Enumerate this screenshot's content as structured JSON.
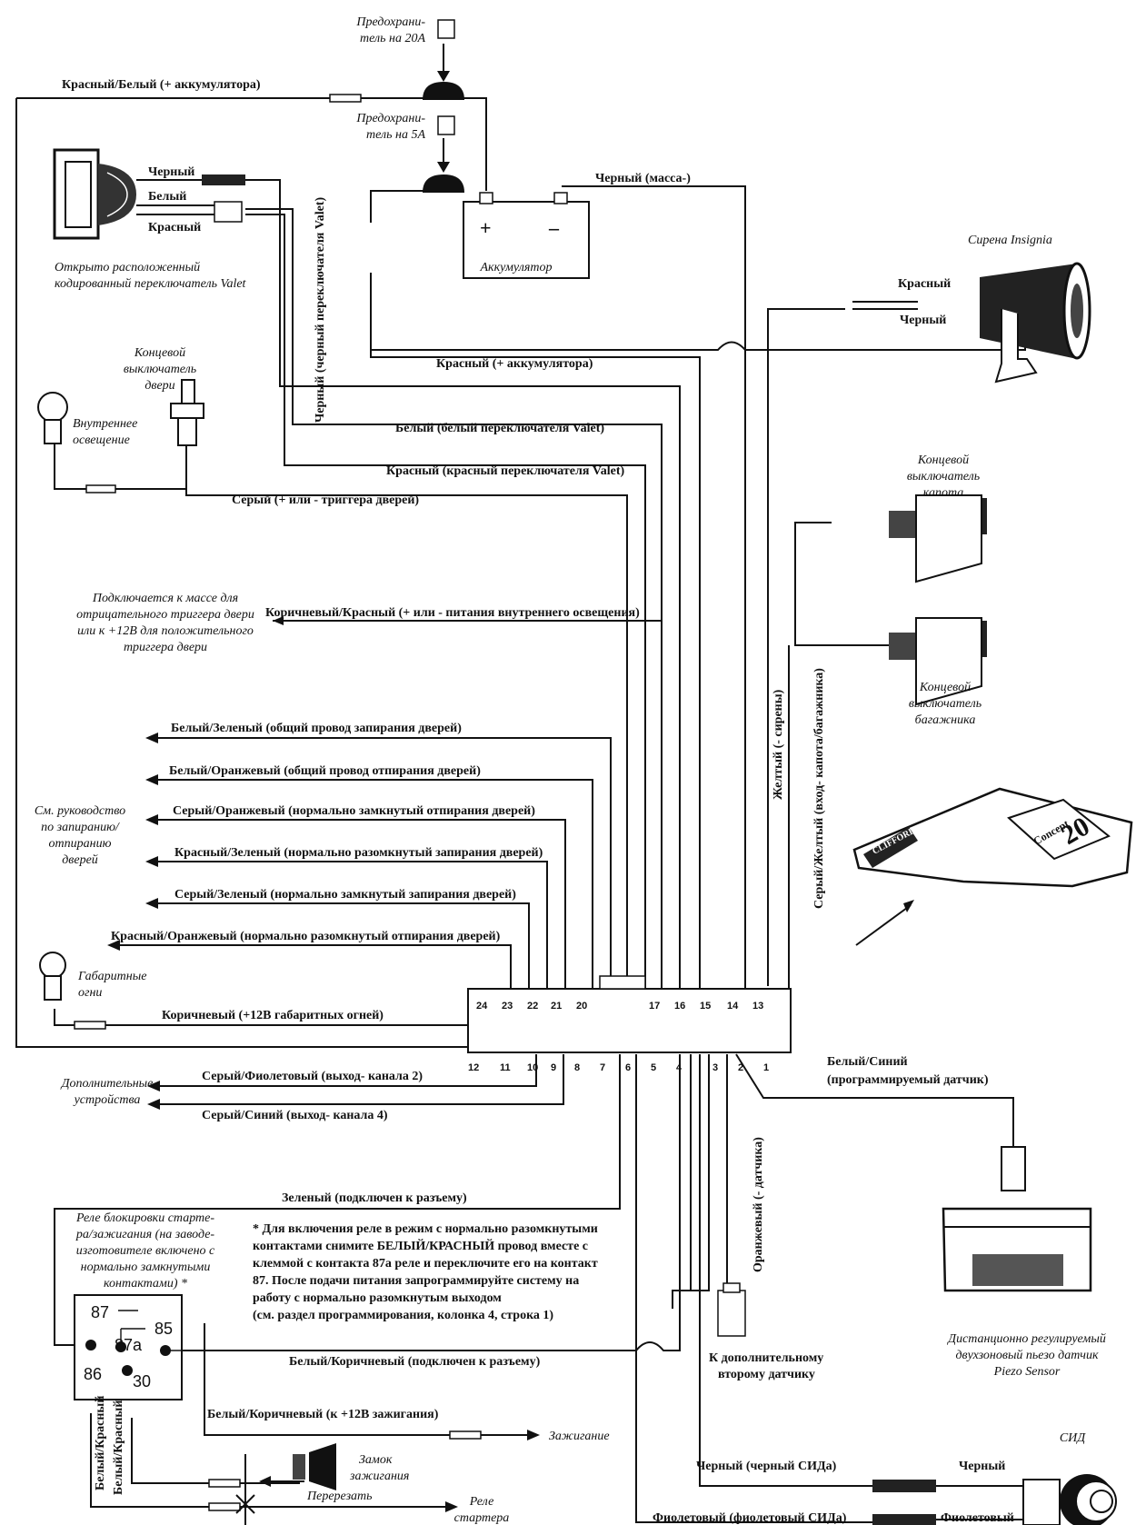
{
  "fuses": {
    "fuse_20a": [
      "Предохрани-",
      "тель на 20А"
    ],
    "fuse_5a": [
      "Предохрани-",
      "тель на 5А"
    ]
  },
  "battery": {
    "label": "Аккумулятор",
    "plus": "+",
    "minus": "–"
  },
  "valet_switch": {
    "caption": [
      "Открыто расположенный",
      "кодированный переключатель Valet"
    ],
    "wire_black": "Черный",
    "wire_white": "Белый",
    "wire_red": "Красный"
  },
  "siren": {
    "caption": "Сирена Insignia",
    "wire_red": "Красный",
    "wire_black": "Черный"
  },
  "door_switch": {
    "caption": [
      "Концевой",
      "выключатель",
      "двери"
    ],
    "lamp_caption": [
      "Внутреннее",
      "освещение"
    ]
  },
  "hood_switch": {
    "caption": [
      "Концевой",
      "выключатель",
      "капота"
    ]
  },
  "trunk_switch": {
    "caption": [
      "Концевой",
      "выключатель",
      "багажника"
    ]
  },
  "wires": {
    "red_white_battery": "Красный/Белый (+ аккумулятора)",
    "black_ground": "Черный (масса-)",
    "red_battery": "Красный (+ аккумулятора)",
    "black_valet_vertical": "Черный (черный переключателя Valet)",
    "white_valet": "Белый (белый переключателя Valet)",
    "red_valet": "Красный (красный переключателя Valet)",
    "gray_door_trigger": "Серый (+ или - триггера дверей)",
    "brown_red_light": "Коричневый/Красный (+ или - питания внутреннего освещения)",
    "yellow_siren": "Желтый (- сирены)",
    "gray_yellow_hood": "Серый/Желтый (вход- капота/багажника)",
    "white_green": "Белый/Зеленый (общий провод запирания дверей)",
    "white_orange": "Белый/Оранжевый (общий провод отпирания дверей)",
    "gray_orange": "Серый/Оранжевый (нормально замкнутый отпирания дверей)",
    "red_green": "Красный/Зеленый (нормально разомкнутый запирания дверей)",
    "gray_green": "Серый/Зеленый (нормально замкнутый запирания дверей)",
    "red_orange": "Красный/Оранжевый (нормально разомкнутый отпирания дверей)",
    "brown_parking": "Коричневый (+12В габаритных огней)",
    "gray_violet": "Серый/Фиолетовый (выход- канала 2)",
    "gray_blue": "Серый/Синий (выход- канала 4)",
    "white_blue": [
      "Белый/Синий",
      "(программируемый датчик)"
    ],
    "green": "Зеленый (подключен к разъему)",
    "orange_sensor": "Оранжевый (- датчика)",
    "white_brown_connector": "Белый/Коричневый (подключен к разъему)",
    "white_brown_ignition": "Белый/Коричневый (к +12В зажигания)",
    "white_red_1": "Белый/Красный",
    "white_red_2": "Белый/Красный",
    "black_led": "Черный (черный СИДа)",
    "violet_led": "Фиолетовый (фиолетовый СИДа)",
    "led_black_short": "Черный",
    "led_violet_short": "Фиолетовый"
  },
  "door_trigger_note": [
    "Подключается к массе для",
    "отрицательного триггера двери",
    "или к +12В для положительного",
    "триггера двери"
  ],
  "lock_note": [
    "См. руководство",
    "по запиранию/",
    "отпиранию",
    "дверей"
  ],
  "parking_lights": [
    "Габаритные",
    "огни"
  ],
  "accessories": [
    "Дополнительные",
    "устройства"
  ],
  "connector": {
    "top_pins": [
      "24",
      "23",
      "22",
      "21",
      "20",
      "17",
      "16",
      "15",
      "14",
      "13"
    ],
    "bottom_pins": [
      "12",
      "11",
      "10",
      "9",
      "8",
      "7",
      "6",
      "5",
      "4",
      "3",
      "2",
      "1"
    ]
  },
  "relay": {
    "caption": [
      "Реле блокировки старте-",
      "ра/зажигания (на заводе-",
      "изготовителе включено с",
      "нормально замкнутыми",
      "контактами) *"
    ],
    "pin_87": "87",
    "pin_87a": "87а",
    "pin_85": "85",
    "pin_86": "86",
    "pin_30": "30"
  },
  "relay_note": [
    "* Для включения реле в режим с нормально разомкнутыми",
    "контактами снимите БЕЛЫЙ/КРАСНЫЙ провод вместе с",
    "клеммой с контакта 87а реле и переключите его на контакт",
    "87. После подачи питания запрограммируйте систему на",
    "работу с нормально разомкнутым выходом",
    "(см. раздел программирования, колонка 4, строка 1)"
  ],
  "ignition": "Зажигание",
  "ignition_lock": [
    "Замок",
    "зажигания"
  ],
  "cut": "Перерезать",
  "starter_relay": [
    "Реле",
    "стартера"
  ],
  "second_sensor": [
    "К дополнительному",
    "второму датчику"
  ],
  "piezo_caption": [
    "Дистанционно регулируемый",
    "двухзоновый пьезо датчик",
    "Piezo Sensor"
  ],
  "led_caption": "СИД",
  "module": {
    "brand": "Concept",
    "model": "20",
    "badge": "CLIFFORD"
  }
}
